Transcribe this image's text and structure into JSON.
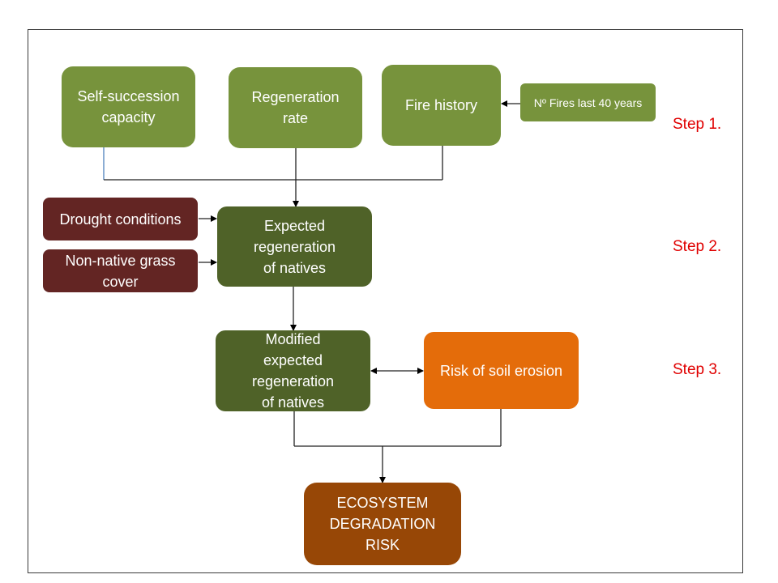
{
  "nodes": {
    "self_succession": "Self-succession\ncapacity",
    "regeneration_rate": "Regeneration\nrate",
    "fire_history": "Fire history",
    "fires_last_40": "Nº Fires last 40 years",
    "drought": "Drought conditions",
    "non_native_grass": "Non-native grass\ncover",
    "expected_regen": "Expected\nregeneration\nof natives",
    "modified_expected_regen": "Modified\nexpected\nregeneration\nof natives",
    "soil_erosion": "Risk of soil erosion",
    "ecosystem_risk": "ECOSYSTEM\nDEGRADATION\nRISK"
  },
  "steps": {
    "step1": "Step 1.",
    "step2": "Step 2.",
    "step3": "Step 3."
  },
  "colors": {
    "light_green": "#77933c",
    "dark_green": "#4f6228",
    "maroon": "#632523",
    "orange": "#e46c0a",
    "brown": "#974706",
    "step_text": "#e00000"
  }
}
